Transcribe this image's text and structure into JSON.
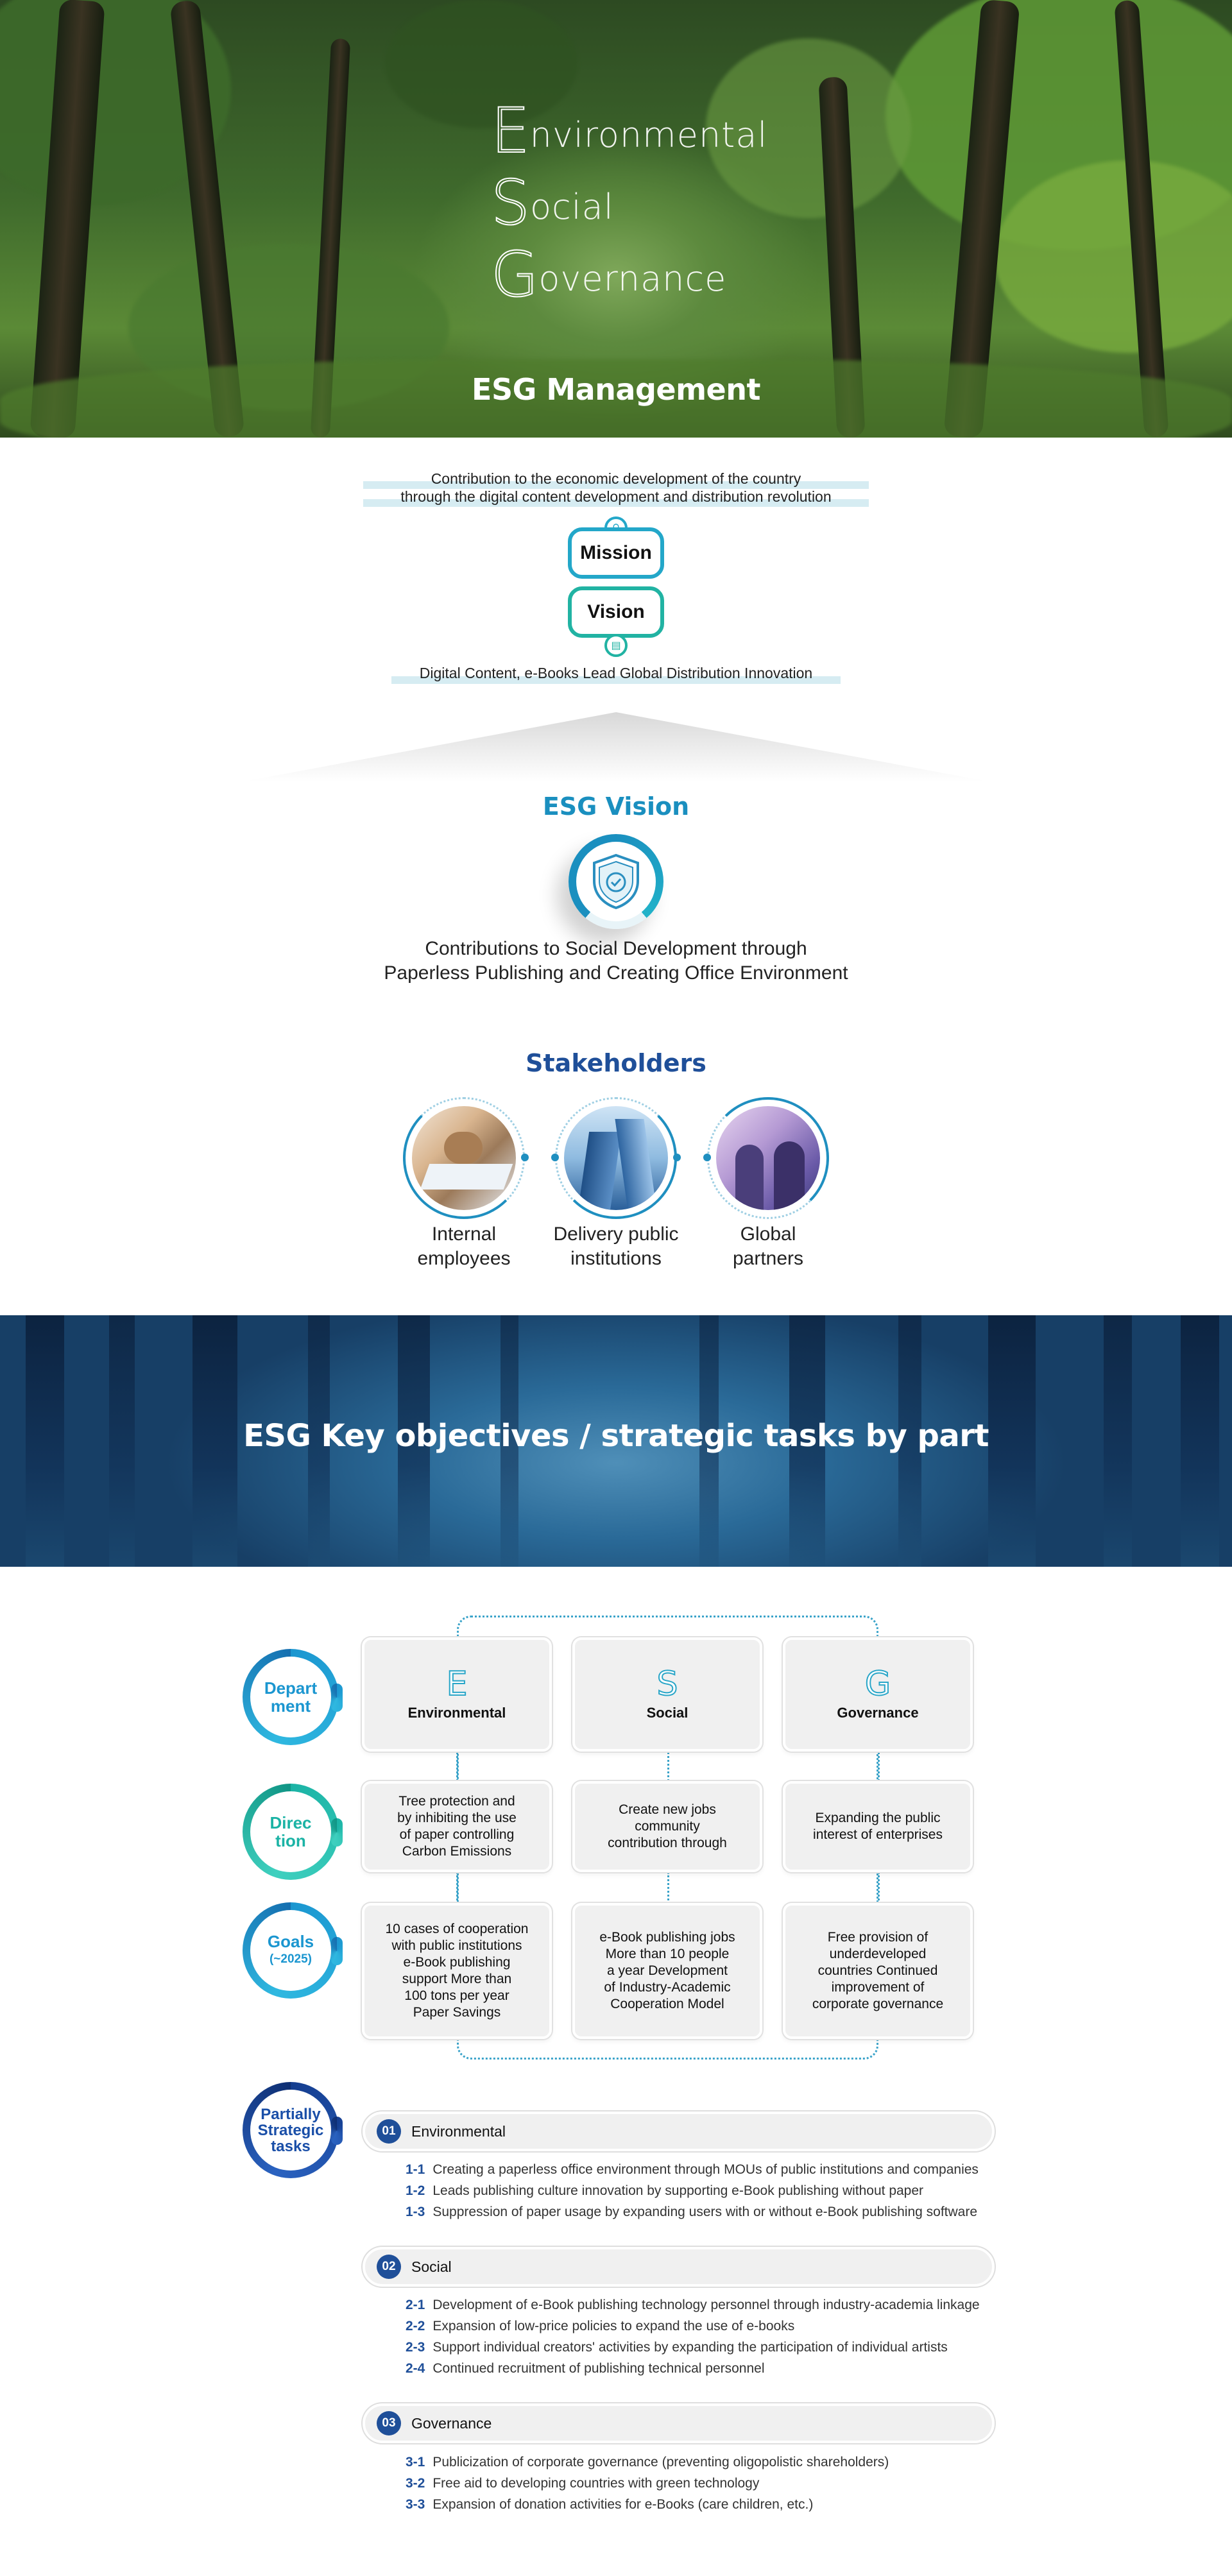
{
  "hero": {
    "lines": [
      {
        "cap": "E",
        "rest": "nvironmental"
      },
      {
        "cap": "S",
        "rest": "ocial"
      },
      {
        "cap": "G",
        "rest": "overnance"
      }
    ],
    "subtitle": "ESG Management"
  },
  "mission": {
    "text_line1": "Contribution to the economic development of the country",
    "text_line2": "through the digital content development and distribution revolution",
    "mission_label": "Mission",
    "vision_label": "Vision",
    "vision_text": "Digital Content, e-Books Lead Global Distribution Innovation"
  },
  "esg_vision": {
    "title": "ESG Vision",
    "text_line1": "Contributions to Social Development through",
    "text_line2": "Paperless Publishing and Creating Office Environment"
  },
  "stakeholders": {
    "title": "Stakeholders",
    "items": [
      {
        "line1": "Internal",
        "line2": "employees",
        "accent": "#1f8fc0"
      },
      {
        "line1": "Delivery public",
        "line2": "institutions",
        "accent": "#1f8fc0"
      },
      {
        "line1": "Global",
        "line2": "partners",
        "accent": "#1f8fc0"
      }
    ]
  },
  "banner": {
    "title": "ESG Key objectives / strategic tasks by part"
  },
  "grid": {
    "row_labels": [
      {
        "line1": "Depart",
        "line2": "ment"
      },
      {
        "line1": "Direc",
        "line2": "tion"
      },
      {
        "line1": "Goals",
        "line2": "(~2025)"
      }
    ],
    "columns": [
      {
        "icon": "E",
        "title": "Environmental",
        "direction": [
          "Tree protection and",
          "by inhibiting the use",
          "of paper controlling",
          "Carbon Emissions"
        ],
        "goals": [
          "10 cases of cooperation",
          "with public institutions",
          "e-Book publishing",
          "support More than",
          "100 tons per year",
          "Paper Savings"
        ]
      },
      {
        "icon": "S",
        "title": "Social",
        "direction": [
          "Create new jobs",
          "community",
          "contribution through"
        ],
        "goals": [
          "e-Book publishing jobs",
          "More than 10 people",
          "a year Development",
          "of Industry-Academic",
          "Cooperation Model"
        ]
      },
      {
        "icon": "G",
        "title": "Governance",
        "direction": [
          "Expanding the public",
          "interest of enterprises"
        ],
        "goals": [
          "Free provision of",
          "underdeveloped",
          "countries Continued",
          "improvement of",
          "corporate governance"
        ]
      }
    ]
  },
  "tasks": {
    "label": {
      "line1": "Partially",
      "line2": "Strategic",
      "line3": "tasks"
    },
    "groups": [
      {
        "num": "01",
        "title": "Environmental",
        "items": [
          {
            "num": "1-1",
            "text": "Creating a paperless office environment through MOUs of public institutions and companies"
          },
          {
            "num": "1-2",
            "text": "Leads publishing culture innovation by supporting e-Book publishing without paper"
          },
          {
            "num": "1-3",
            "text": "Suppression of paper usage by expanding users with or without e-Book publishing software"
          }
        ]
      },
      {
        "num": "02",
        "title": "Social",
        "items": [
          {
            "num": "2-1",
            "text": "Development of e-Book publishing technology personnel through industry-academia linkage"
          },
          {
            "num": "2-2",
            "text": "Expansion of low-price policies to expand the use of e-books"
          },
          {
            "num": "2-3",
            "text": "Support individual creators' activities by expanding the participation of individual artists"
          },
          {
            "num": "2-4",
            "text": "Continued recruitment of publishing technical personnel"
          }
        ]
      },
      {
        "num": "03",
        "title": "Governance",
        "items": [
          {
            "num": "3-1",
            "text": "Publicization of corporate governance (preventing oligopolistic shareholders)"
          },
          {
            "num": "3-2",
            "text": "Free aid to developing countries with green technology"
          },
          {
            "num": "3-3",
            "text": "Expansion of donation activities for e-Books (care children, etc.)"
          }
        ]
      }
    ]
  }
}
